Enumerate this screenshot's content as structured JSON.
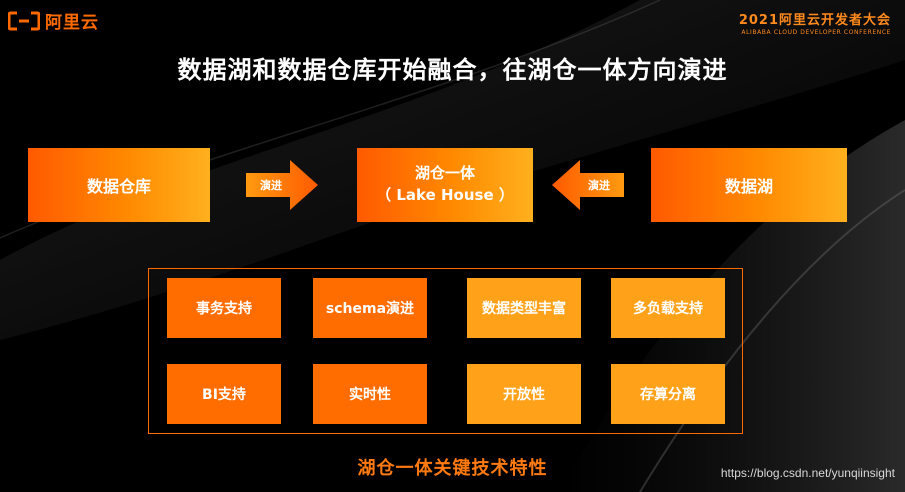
{
  "header": {
    "logo_text": "阿里云",
    "logo_icon": "aliyun-bracket-icon",
    "conference_title": "2021阿里云开发者大会",
    "conference_subtitle": "ALIBABA CLOUD DEVELOPER CONFERENCE"
  },
  "title": "数据湖和数据仓库开始融合，往湖仓一体方向演进",
  "flow": {
    "left_box": "数据仓库",
    "center_box_line1": "湖仓一体",
    "center_box_line2": "（ Lake House ）",
    "right_box": "数据湖",
    "left_arrow_label": "演进",
    "right_arrow_label": "演进"
  },
  "features": {
    "items": [
      "事务支持",
      "schema演进",
      "数据类型丰富",
      "多负载支持",
      "BI支持",
      "实时性",
      "开放性",
      "存算分离"
    ],
    "caption": "湖仓一体关键技术特性"
  },
  "watermark": "https://blog.csdn.net/yunqiinsight",
  "colors": {
    "orange_dark": "#ff6c00",
    "orange_light": "#ffa21a",
    "background": "#000000"
  }
}
